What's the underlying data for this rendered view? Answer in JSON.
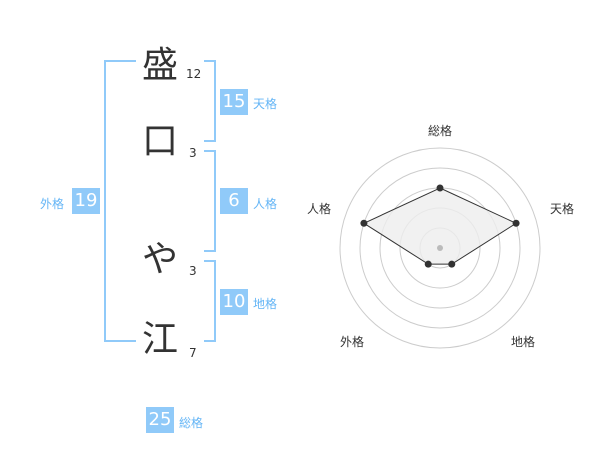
{
  "characters": [
    {
      "char": "盛",
      "strokes": "12"
    },
    {
      "char": "口",
      "strokes": "3"
    },
    {
      "char": "や",
      "strokes": "3"
    },
    {
      "char": "江",
      "strokes": "7"
    }
  ],
  "kakaku": {
    "tenkaku": {
      "value": "15",
      "label": "天格"
    },
    "jinkaku": {
      "value": "6",
      "label": "人格"
    },
    "chikaku": {
      "value": "10",
      "label": "地格"
    },
    "gaikaku": {
      "value": "19",
      "label": "外格"
    },
    "soukaku": {
      "value": "25",
      "label": "総格"
    }
  },
  "chart_data": {
    "type": "radar",
    "axes": [
      "総格",
      "天格",
      "地格",
      "外格",
      "人格"
    ],
    "values": [
      3,
      4,
      1,
      1,
      4
    ],
    "rmax": 5,
    "colors": {
      "fill": "#eeeeee",
      "line": "#333333",
      "grid": "#cccccc",
      "point": "#333333",
      "center": "#bbbbbb"
    }
  }
}
